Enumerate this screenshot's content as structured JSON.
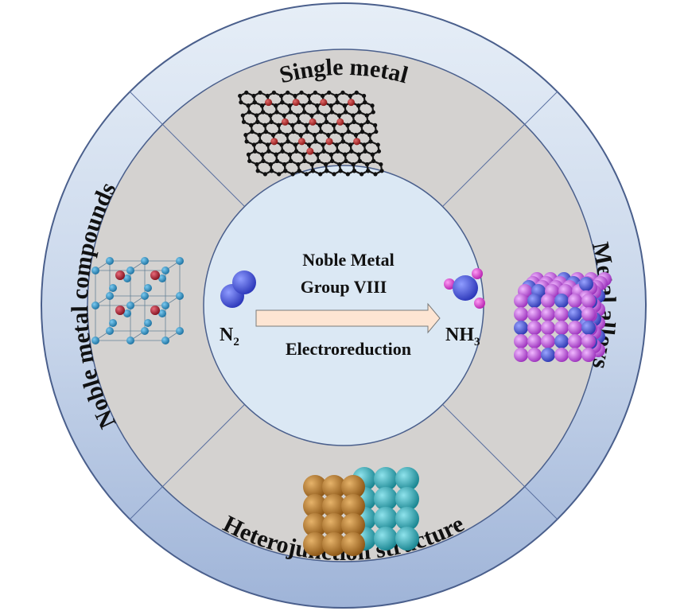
{
  "ring_labels": {
    "top": "Single metal",
    "right": "Metal alloys",
    "bottom": "Heterojunction structure",
    "left": "Noble metal compounds"
  },
  "center": {
    "line1": "Noble Metal",
    "line2": "Group VIII",
    "process": "Electroreduction",
    "reactant_main": "N",
    "reactant_sub": "2",
    "product_main": "NH",
    "product_sub": "3"
  },
  "colors": {
    "outer_ring_top": "#e3ebf5",
    "outer_ring_bottom": "#a4b8db",
    "outer_stroke": "#4a5f8c",
    "middle_ring": "#d4d2d0",
    "inner_circle": "#dbe8f4",
    "arrow_fill": "#fde5d3",
    "n_atom": "#4150e0",
    "h_atom": "#e040d8",
    "graphene_bond": "#1a1a1a",
    "graphene_dopant": "#b02525",
    "lattice_blue": "#2a8fc4",
    "lattice_red": "#b01c2c",
    "alloy_purple": "#b84fd6",
    "alloy_blue": "#4a55d6",
    "hetero_orange": "#b8792a",
    "hetero_teal": "#2aa2b0"
  }
}
